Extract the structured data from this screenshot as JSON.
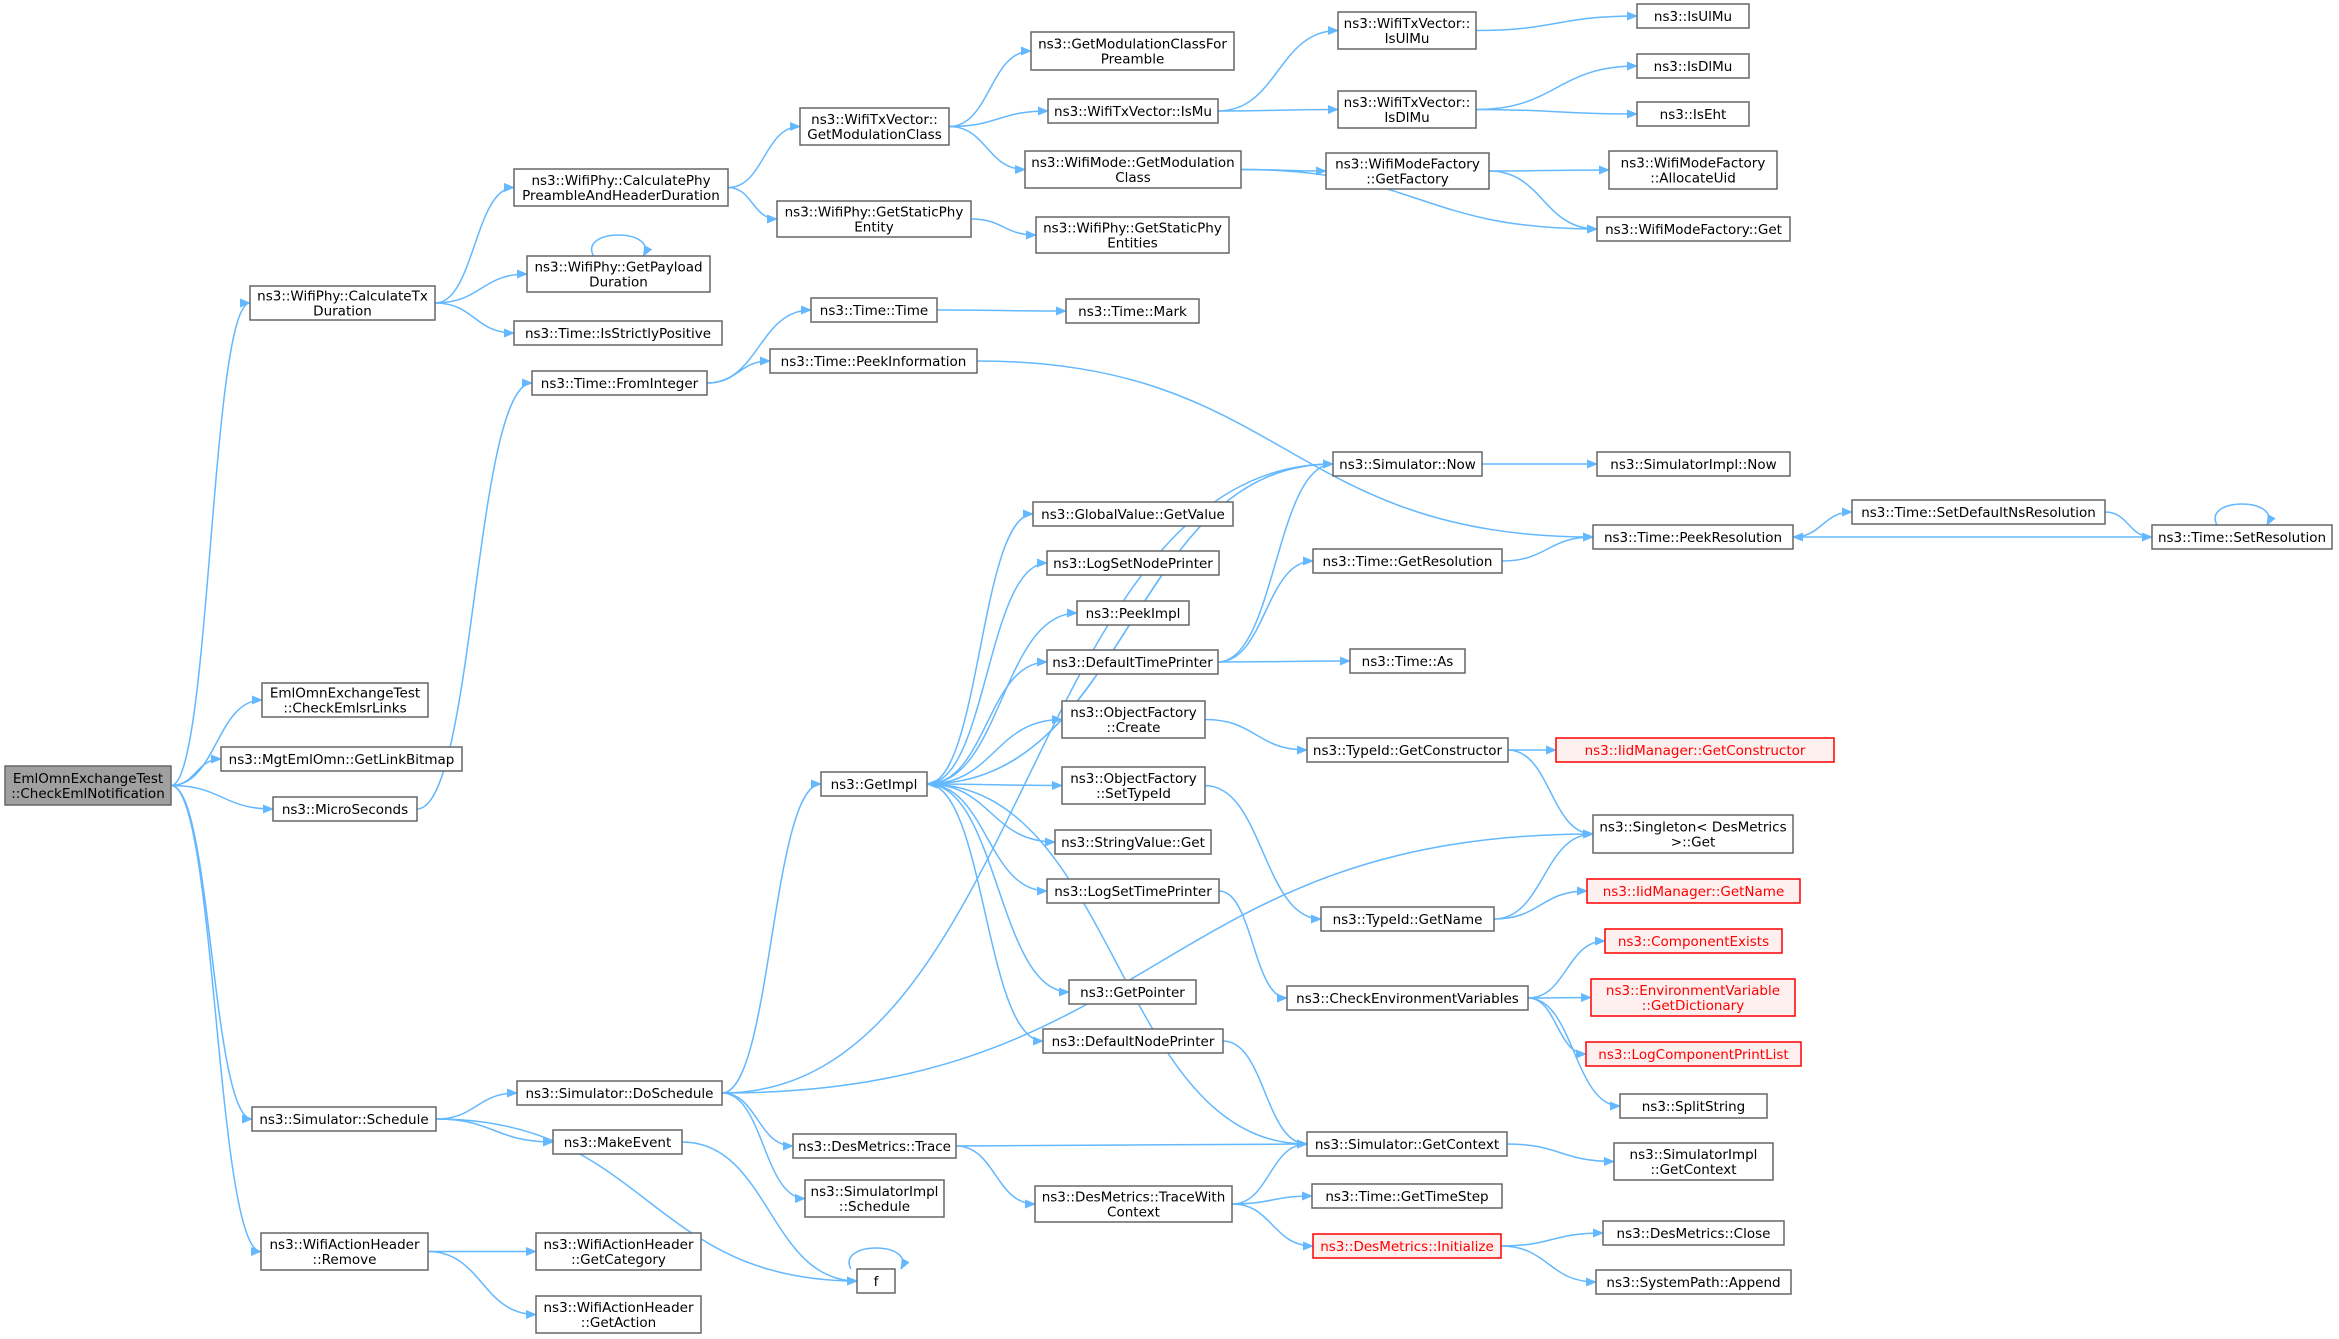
{
  "graph": {
    "colors": {
      "edge": "#63b8ff",
      "node_border": "#666666",
      "root_fill": "#a0a0a0",
      "missing_border": "#ff0000",
      "missing_fill": "#fff0f0"
    },
    "nodes": [
      {
        "id": "root",
        "lines": [
          "EmlOmnExchangeTest",
          "::CheckEmlNotification"
        ]
      },
      {
        "id": "calcTxDur",
        "lines": [
          "ns3::WifiPhy::CalculateTx",
          "Duration"
        ]
      },
      {
        "id": "checkEmlsr",
        "lines": [
          "EmlOmnExchangeTest",
          "::CheckEmlsrLinks"
        ]
      },
      {
        "id": "getLinkBitmap",
        "lines": [
          "ns3::MgtEmlOmn::GetLinkBitmap"
        ]
      },
      {
        "id": "microSeconds",
        "lines": [
          "ns3::MicroSeconds"
        ]
      },
      {
        "id": "schedule",
        "lines": [
          "ns3::Simulator::Schedule"
        ]
      },
      {
        "id": "wahRemove",
        "lines": [
          "ns3::WifiActionHeader",
          "::Remove"
        ]
      },
      {
        "id": "calcPreamble",
        "lines": [
          "ns3::WifiPhy::CalculatePhy",
          "PreambleAndHeaderDuration"
        ]
      },
      {
        "id": "getPayload",
        "lines": [
          "ns3::WifiPhy::GetPayload",
          "Duration"
        ]
      },
      {
        "id": "isStrictlyPos",
        "lines": [
          "ns3::Time::IsStrictlyPositive"
        ]
      },
      {
        "id": "fromInteger",
        "lines": [
          "ns3::Time::FromInteger"
        ]
      },
      {
        "id": "doSchedule",
        "lines": [
          "ns3::Simulator::DoSchedule"
        ]
      },
      {
        "id": "makeEvent",
        "lines": [
          "ns3::MakeEvent"
        ]
      },
      {
        "id": "getCategory",
        "lines": [
          "ns3::WifiActionHeader",
          "::GetCategory"
        ]
      },
      {
        "id": "getAction",
        "lines": [
          "ns3::WifiActionHeader",
          "::GetAction"
        ]
      },
      {
        "id": "getModClass",
        "lines": [
          "ns3::WifiTxVector::",
          "GetModulationClass"
        ]
      },
      {
        "id": "getStaticPhy",
        "lines": [
          "ns3::WifiPhy::GetStaticPhy",
          "Entity"
        ]
      },
      {
        "id": "timeTime",
        "lines": [
          "ns3::Time::Time"
        ]
      },
      {
        "id": "peekInfo",
        "lines": [
          "ns3::Time::PeekInformation"
        ]
      },
      {
        "id": "getImpl",
        "lines": [
          "ns3::GetImpl"
        ]
      },
      {
        "id": "desTrace",
        "lines": [
          "ns3::DesMetrics::Trace"
        ]
      },
      {
        "id": "simImplSchedule",
        "lines": [
          "ns3::SimulatorImpl",
          "::Schedule"
        ]
      },
      {
        "id": "f",
        "lines": [
          "f"
        ]
      },
      {
        "id": "getModPreamble",
        "lines": [
          "ns3::GetModulationClassFor",
          "Preamble"
        ]
      },
      {
        "id": "isMu",
        "lines": [
          "ns3::WifiTxVector::IsMu"
        ]
      },
      {
        "id": "modeGetModClass",
        "lines": [
          "ns3::WifiMode::GetModulation",
          "Class"
        ]
      },
      {
        "id": "getStaticPhyEnt",
        "lines": [
          "ns3::WifiPhy::GetStaticPhy",
          "Entities"
        ]
      },
      {
        "id": "timeMark",
        "lines": [
          "ns3::Time::Mark"
        ]
      },
      {
        "id": "simNow",
        "lines": [
          "ns3::Simulator::Now"
        ]
      },
      {
        "id": "gvGetValue",
        "lines": [
          "ns3::GlobalValue::GetValue"
        ]
      },
      {
        "id": "logSetNodePrinter",
        "lines": [
          "ns3::LogSetNodePrinter"
        ]
      },
      {
        "id": "peekImpl",
        "lines": [
          "ns3::PeekImpl"
        ]
      },
      {
        "id": "defTimePrinter",
        "lines": [
          "ns3::DefaultTimePrinter"
        ]
      },
      {
        "id": "ofCreate",
        "lines": [
          "ns3::ObjectFactory",
          "::Create"
        ]
      },
      {
        "id": "ofSetTypeId",
        "lines": [
          "ns3::ObjectFactory",
          "::SetTypeId"
        ]
      },
      {
        "id": "strValGet",
        "lines": [
          "ns3::StringValue::Get"
        ]
      },
      {
        "id": "logSetTimePrinter",
        "lines": [
          "ns3::LogSetTimePrinter"
        ]
      },
      {
        "id": "getPointer",
        "lines": [
          "ns3::GetPointer"
        ]
      },
      {
        "id": "defNodePrinter",
        "lines": [
          "ns3::DefaultNodePrinter"
        ]
      },
      {
        "id": "desTraceWith",
        "lines": [
          "ns3::DesMetrics::TraceWith",
          "Context"
        ]
      },
      {
        "id": "isUlMuTx",
        "lines": [
          "ns3::WifiTxVector::",
          "IsUlMu"
        ]
      },
      {
        "id": "isDlMuTx",
        "lines": [
          "ns3::WifiTxVector::",
          "IsDlMu"
        ]
      },
      {
        "id": "modeFactGetFactory",
        "lines": [
          "ns3::WifiModeFactory",
          "::GetFactory"
        ]
      },
      {
        "id": "timeGetRes",
        "lines": [
          "ns3::Time::GetResolution"
        ]
      },
      {
        "id": "timeAs",
        "lines": [
          "ns3::Time::As"
        ]
      },
      {
        "id": "tidGetCtor",
        "lines": [
          "ns3::TypeId::GetConstructor"
        ]
      },
      {
        "id": "tidGetName",
        "lines": [
          "ns3::TypeId::GetName"
        ]
      },
      {
        "id": "checkEnvVars",
        "lines": [
          "ns3::CheckEnvironmentVariables"
        ]
      },
      {
        "id": "simGetContext",
        "lines": [
          "ns3::Simulator::GetContext"
        ]
      },
      {
        "id": "timeGetTimeStep",
        "lines": [
          "ns3::Time::GetTimeStep"
        ]
      },
      {
        "id": "desInit",
        "lines": [
          "ns3::DesMetrics::Initialize"
        ],
        "missing": true
      },
      {
        "id": "isUlMu",
        "lines": [
          "ns3::IsUlMu"
        ]
      },
      {
        "id": "isDlMu",
        "lines": [
          "ns3::IsDlMu"
        ]
      },
      {
        "id": "isEht",
        "lines": [
          "ns3::IsEht"
        ]
      },
      {
        "id": "modeFactAlloc",
        "lines": [
          "ns3::WifiModeFactory",
          "::AllocateUid"
        ]
      },
      {
        "id": "modeFactGet",
        "lines": [
          "ns3::WifiModeFactory::Get"
        ]
      },
      {
        "id": "simImplNow",
        "lines": [
          "ns3::SimulatorImpl::Now"
        ]
      },
      {
        "id": "peekRes",
        "lines": [
          "ns3::Time::PeekResolution"
        ]
      },
      {
        "id": "iidGetCtor",
        "lines": [
          "ns3::IidManager::GetConstructor"
        ],
        "missing": true
      },
      {
        "id": "singletonGet",
        "lines": [
          "ns3::Singleton< DesMetrics",
          ">::Get"
        ]
      },
      {
        "id": "iidGetName",
        "lines": [
          "ns3::IidManager::GetName"
        ],
        "missing": true
      },
      {
        "id": "compExists",
        "lines": [
          "ns3::ComponentExists"
        ],
        "missing": true
      },
      {
        "id": "envVarDict",
        "lines": [
          "ns3::EnvironmentVariable",
          "::GetDictionary"
        ],
        "missing": true
      },
      {
        "id": "logCompPrint",
        "lines": [
          "ns3::LogComponentPrintList"
        ],
        "missing": true
      },
      {
        "id": "splitString",
        "lines": [
          "ns3::SplitString"
        ]
      },
      {
        "id": "simImplGetContext",
        "lines": [
          "ns3::SimulatorImpl",
          "::GetContext"
        ]
      },
      {
        "id": "desClose",
        "lines": [
          "ns3::DesMetrics::Close"
        ]
      },
      {
        "id": "sysPathAppend",
        "lines": [
          "ns3::SystemPath::Append"
        ]
      },
      {
        "id": "setDefNsRes",
        "lines": [
          "ns3::Time::SetDefaultNsResolution"
        ]
      },
      {
        "id": "setRes",
        "lines": [
          "ns3::Time::SetResolution"
        ]
      }
    ],
    "edges": [
      [
        "root",
        "calcTxDur"
      ],
      [
        "root",
        "checkEmlsr"
      ],
      [
        "root",
        "getLinkBitmap"
      ],
      [
        "root",
        "microSeconds"
      ],
      [
        "root",
        "schedule"
      ],
      [
        "root",
        "wahRemove"
      ],
      [
        "calcTxDur",
        "calcPreamble"
      ],
      [
        "calcTxDur",
        "getPayload"
      ],
      [
        "calcTxDur",
        "isStrictlyPos"
      ],
      [
        "getPayload",
        "getPayload"
      ],
      [
        "calcPreamble",
        "getModClass"
      ],
      [
        "calcPreamble",
        "getStaticPhy"
      ],
      [
        "getModClass",
        "getModPreamble"
      ],
      [
        "getModClass",
        "isMu"
      ],
      [
        "getModClass",
        "modeGetModClass"
      ],
      [
        "isMu",
        "isUlMuTx"
      ],
      [
        "isMu",
        "isDlMuTx"
      ],
      [
        "isUlMuTx",
        "isUlMu"
      ],
      [
        "isDlMuTx",
        "isDlMu"
      ],
      [
        "isDlMuTx",
        "isEht"
      ],
      [
        "modeGetModClass",
        "modeFactGetFactory"
      ],
      [
        "modeGetModClass",
        "modeFactGet"
      ],
      [
        "modeFactGetFactory",
        "modeFactAlloc"
      ],
      [
        "modeFactGetFactory",
        "modeFactGet"
      ],
      [
        "getStaticPhy",
        "getStaticPhyEnt"
      ],
      [
        "microSeconds",
        "fromInteger"
      ],
      [
        "fromInteger",
        "timeTime"
      ],
      [
        "fromInteger",
        "peekInfo"
      ],
      [
        "timeTime",
        "timeMark"
      ],
      [
        "peekInfo",
        "peekRes"
      ],
      [
        "schedule",
        "doSchedule"
      ],
      [
        "schedule",
        "makeEvent"
      ],
      [
        "schedule",
        "f"
      ],
      [
        "makeEvent",
        "f"
      ],
      [
        "f",
        "f"
      ],
      [
        "doSchedule",
        "simNow"
      ],
      [
        "doSchedule",
        "getImpl"
      ],
      [
        "doSchedule",
        "desTrace"
      ],
      [
        "doSchedule",
        "simImplSchedule"
      ],
      [
        "doSchedule",
        "singletonGet"
      ],
      [
        "getImpl",
        "simNow"
      ],
      [
        "getImpl",
        "gvGetValue"
      ],
      [
        "getImpl",
        "logSetNodePrinter"
      ],
      [
        "getImpl",
        "peekImpl"
      ],
      [
        "getImpl",
        "defTimePrinter"
      ],
      [
        "getImpl",
        "ofCreate"
      ],
      [
        "getImpl",
        "ofSetTypeId"
      ],
      [
        "getImpl",
        "strValGet"
      ],
      [
        "getImpl",
        "logSetTimePrinter"
      ],
      [
        "getImpl",
        "getPointer"
      ],
      [
        "getImpl",
        "defNodePrinter"
      ],
      [
        "simNow",
        "getImpl"
      ],
      [
        "simNow",
        "simImplNow"
      ],
      [
        "defTimePrinter",
        "simNow"
      ],
      [
        "defTimePrinter",
        "timeGetRes"
      ],
      [
        "defTimePrinter",
        "timeAs"
      ],
      [
        "timeGetRes",
        "peekRes"
      ],
      [
        "ofCreate",
        "tidGetCtor"
      ],
      [
        "tidGetCtor",
        "iidGetCtor"
      ],
      [
        "tidGetCtor",
        "singletonGet"
      ],
      [
        "ofSetTypeId",
        "tidGetName"
      ],
      [
        "tidGetName",
        "singletonGet"
      ],
      [
        "tidGetName",
        "iidGetName"
      ],
      [
        "logSetTimePrinter",
        "checkEnvVars"
      ],
      [
        "checkEnvVars",
        "compExists"
      ],
      [
        "checkEnvVars",
        "envVarDict"
      ],
      [
        "checkEnvVars",
        "logCompPrint"
      ],
      [
        "checkEnvVars",
        "splitString"
      ],
      [
        "defNodePrinter",
        "simGetContext"
      ],
      [
        "desTrace",
        "simGetContext"
      ],
      [
        "desTrace",
        "desTraceWith"
      ],
      [
        "desTraceWith",
        "simGetContext"
      ],
      [
        "desTraceWith",
        "timeGetTimeStep"
      ],
      [
        "desTraceWith",
        "desInit"
      ],
      [
        "simGetContext",
        "getImpl"
      ],
      [
        "simGetContext",
        "simImplGetContext"
      ],
      [
        "desInit",
        "desClose"
      ],
      [
        "desInit",
        "sysPathAppend"
      ],
      [
        "wahRemove",
        "getCategory"
      ],
      [
        "wahRemove",
        "getAction"
      ],
      [
        "peekRes",
        "setDefNsRes"
      ],
      [
        "setDefNsRes",
        "setRes"
      ],
      [
        "setRes",
        "peekRes"
      ],
      [
        "setRes",
        "setRes"
      ]
    ]
  }
}
